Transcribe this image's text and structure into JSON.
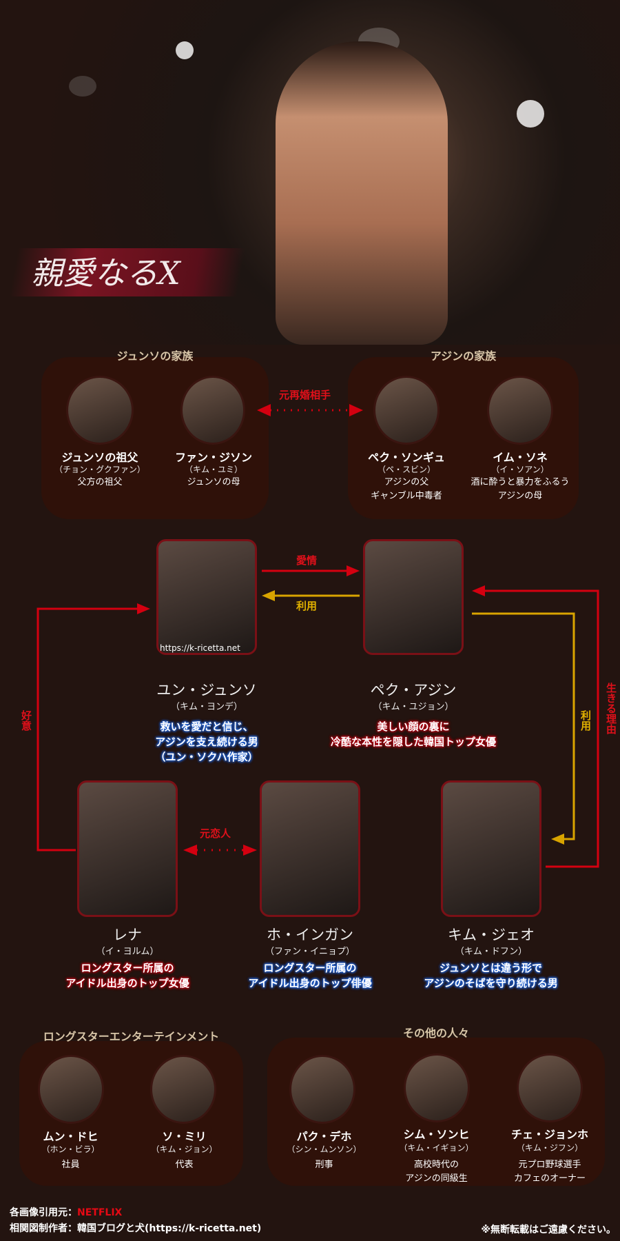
{
  "title": "親愛なるX",
  "watermark": "https://k-ricetta.net",
  "colors": {
    "red": "#d40010",
    "yellow": "#d9a400",
    "panel": "#2f1109",
    "background": "#231410"
  },
  "families": {
    "junso": {
      "title": "ジュンソの家族",
      "members": [
        {
          "name": "ジュンソの祖父",
          "actor": "（チョン・グクファン）",
          "desc": [
            "父方の祖父"
          ]
        },
        {
          "name": "ファン・ジソン",
          "actor": "（キム・ユミ）",
          "desc": [
            "ジュンソの母"
          ]
        }
      ]
    },
    "ajin": {
      "title": "アジンの家族",
      "members": [
        {
          "name": "ペク・ソンギュ",
          "actor": "（ペ・スビン）",
          "desc": [
            "アジンの父",
            "ギャンブル中毒者"
          ]
        },
        {
          "name": "イム・ソネ",
          "actor": "（イ・ソアン）",
          "desc": [
            "酒に酔うと暴力をふるう",
            "アジンの母"
          ]
        }
      ]
    }
  },
  "relations": {
    "remarriage": "元再婚相手",
    "love": "愛情",
    "use": "利用",
    "goodwill": "好意",
    "ex_lover": "元恋人",
    "use2": "利用",
    "reason": "生きる理由"
  },
  "main": [
    {
      "name": "ユン・ジュンソ",
      "actor": "（キム・ヨンデ）",
      "desc": [
        "救いを愛だと信じ、",
        "アジンを支え続ける男",
        "（ユン・ソクハ作家）"
      ]
    },
    {
      "name": "ペク・アジン",
      "actor": "（キム・ユジョン）",
      "desc": [
        "美しい顔の裏に",
        "冷酷な本性を隠した韓国トップ女優"
      ]
    },
    {
      "name": "レナ",
      "actor": "（イ・ヨルム）",
      "desc": [
        "ロングスター所属の",
        "アイドル出身のトップ女優"
      ]
    },
    {
      "name": "ホ・インガン",
      "actor": "（ファン・イニョプ）",
      "desc": [
        "ロングスター所属の",
        "アイドル出身のトップ俳優"
      ]
    },
    {
      "name": "キム・ジェオ",
      "actor": "（キム・ドフン）",
      "desc": [
        "ジュンソとは違う形で",
        "アジンのそばを守り続ける男"
      ]
    }
  ],
  "longstar": {
    "title": "ロングスターエンターテインメント",
    "members": [
      {
        "name": "ムン・ドヒ",
        "actor": "（ホン・ビラ）",
        "desc": [
          "社員"
        ]
      },
      {
        "name": "ソ・ミリ",
        "actor": "（キム・ジョン）",
        "desc": [
          "代表"
        ]
      }
    ]
  },
  "others": {
    "title": "その他の人々",
    "members": [
      {
        "name": "パク・デホ",
        "actor": "（シン・ムンソン）",
        "desc": [
          "刑事"
        ]
      },
      {
        "name": "シム・ソンヒ",
        "actor": "（キム・イギョン）",
        "desc": [
          "高校時代の",
          "アジンの同級生"
        ]
      },
      {
        "name": "チェ・ジョンホ",
        "actor": "（キム・ジフン）",
        "desc": [
          "元プロ野球選手",
          "カフェのオーナー"
        ]
      }
    ]
  },
  "footer": {
    "source_label": "各画像引用元：",
    "source": "NETFLIX",
    "author": "相関図制作者：韓国ブログと犬(https://k-ricetta.net)",
    "notice": "※無断転載はご遠慮ください。"
  }
}
